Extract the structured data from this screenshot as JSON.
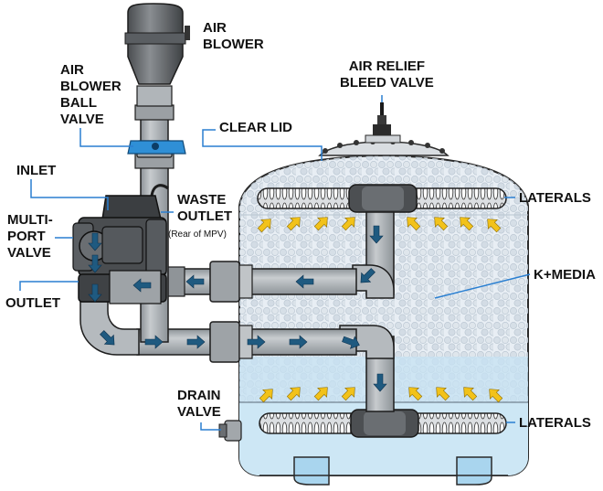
{
  "labels": {
    "air_blower": "AIR\nBLOWER",
    "air_relief_bleed_valve": "AIR RELIEF\nBLEED VALVE",
    "air_blower_ball_valve": "AIR\nBLOWER\nBALL\nVALVE",
    "clear_lid": "CLEAR LID",
    "inlet": "INLET",
    "multiport_valve": "MULTI-\nPORT\nVALVE",
    "waste_outlet": "WASTE\nOUTLET",
    "waste_outlet_note": "(Rear of MPV)",
    "laterals_top": "LATERALS",
    "kmedia": "K+MEDIA",
    "outlet": "OUTLET",
    "drain_valve": "DRAIN\nVALVE",
    "laterals_bottom": "LATERALS"
  },
  "colors": {
    "tank_top": "#e9eff5",
    "tank_water": "#c6e3f3",
    "pipe": "#aeb3b7",
    "pipe_stroke": "#1d1d1d",
    "flow_arrow": "#1f5a80",
    "air_arrow": "#f2c21a",
    "ball_valve_handle": "#2f8fd6",
    "media_bead": "#c9d4de"
  },
  "icons": [
    "flow-arrow-icon",
    "air-flow-arrow-icon",
    "bead-icon"
  ]
}
